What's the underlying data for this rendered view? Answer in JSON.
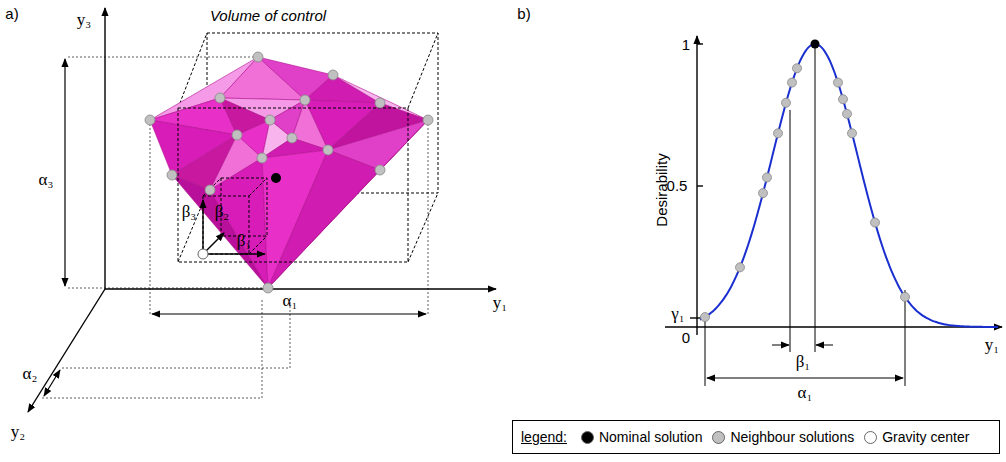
{
  "diagram": {
    "labels": [
      "a)",
      "Volume of control",
      "y₃",
      "α₃",
      "β₃",
      "β₂",
      "β₁",
      "α₁",
      "y₁",
      "α₂",
      "y₂",
      "b)",
      "Desirability",
      "1",
      "0.5",
      "0",
      "γ₁",
      "β₁",
      "α₁",
      "y₁",
      "legend:"
    ],
    "legend": [
      {
        "text": "Nominal solution",
        "color": "#000000"
      },
      {
        "text": "Neighbour solutions",
        "color": "#c0c0c0"
      },
      {
        "text": "Gravity center",
        "color": "#ffffff"
      }
    ]
  }
}
